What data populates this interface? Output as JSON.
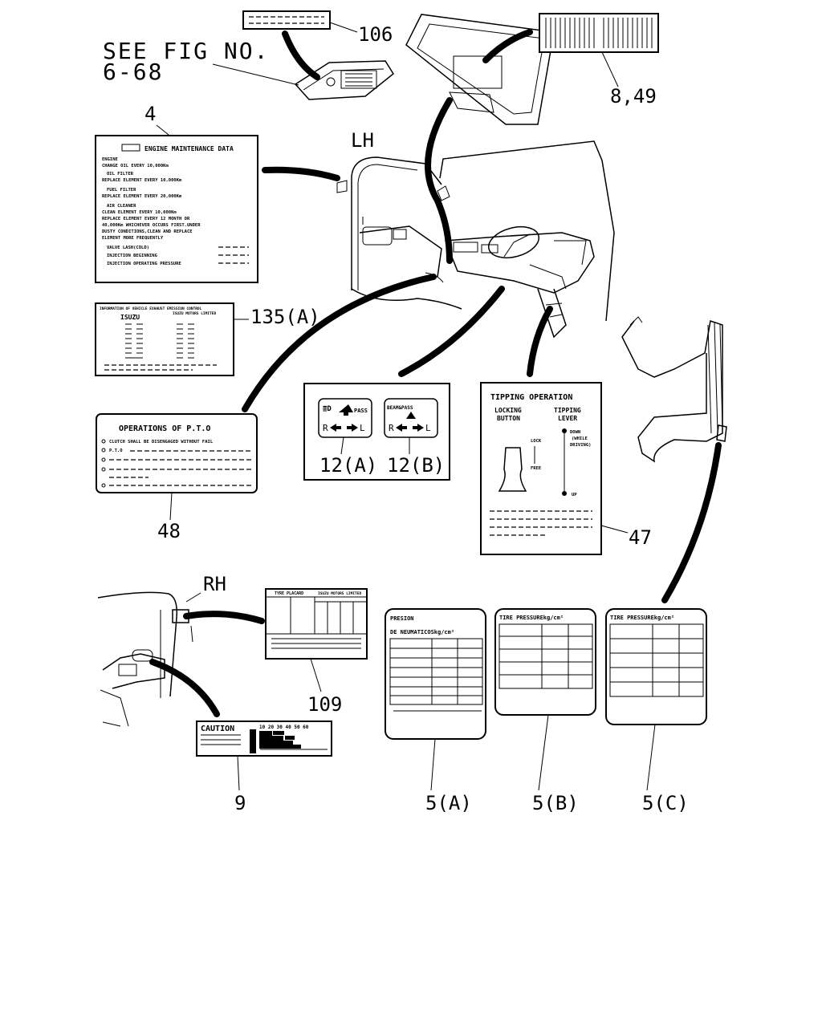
{
  "reference": {
    "line1": "SEE FIG NO.",
    "line2": "6-68"
  },
  "sides": {
    "lh": "LH",
    "rh": "RH"
  },
  "callouts": {
    "c106": "106",
    "c849": "8,49",
    "c4": "4",
    "c135": "135(A)",
    "c48": "48",
    "c12a": "12(A)",
    "c12b": "12(B)",
    "c47": "47",
    "c109": "109",
    "c9": "9",
    "c5a": "5(A)",
    "c5b": "5(B)",
    "c5c": "5(C)"
  },
  "labels": {
    "engine_maintenance": {
      "title": "ENGINE MAINTENANCE DATA",
      "lines": [
        "ENGINE",
        "CHANGE OIL EVERY 10,000Km",
        "OIL FILTER",
        "REPLACE ELEMENT EVERY 10,000Km",
        "FUEL FILTER",
        "REPLACE ELEMENT EVERY 20,000Km",
        "AIR CLEANER",
        "CLEAN ELEMENT EVERY 10,000Km",
        "REPLACE ELEMENT EVERY 12 MONTH OR",
        "40,000Km WHICHEVER OCCURS FIRST.UNDER",
        "DUSTY CONDITIONS,CLEAN AND REPLACE",
        "ELEMENT MORE FREQUENTLY",
        "VALVE LASH(COLD)",
        "INJECTION BEGINNING",
        "INJECTION OPERATING PRESSURE"
      ]
    },
    "emission": {
      "title": "INFORMATION OF VEHICLE EXHAUST EMISSION CONTROL",
      "maker": "ISUZU MOTORS LIMITED",
      "brand": "ISUZU"
    },
    "pto": {
      "title": "OPERATIONS OF P.T.O",
      "lines": [
        "CLUTCH SHALL BE DISENGAGED WITHOUT FAIL",
        "P.T.O"
      ]
    },
    "switch_a": {
      "pass": "PASS",
      "r": "R",
      "l": "L"
    },
    "switch_b": {
      "top": "BEAM&PASS",
      "r": "R",
      "l": "L"
    },
    "tipping": {
      "title": "TIPPING OPERATION",
      "locking1": "LOCKING",
      "locking2": "BUTTON",
      "tipping1": "TIPPING",
      "tipping2": "LEVER",
      "down": "DOWN",
      "while": "(WHILE",
      "driving": "DRIVING)",
      "lock": "LOCK",
      "free": "FREE",
      "up": "UP"
    },
    "tyre_placard": {
      "title": "TYRE PLACARD",
      "maker": "ISUZU MOTORS LIMITED"
    },
    "caution": {
      "title": "CAUTION",
      "scale": "10 20 30 40 50 60"
    },
    "presion": {
      "line1": "PRESION",
      "line2": "DE NEUMATICOSkg/cm²"
    },
    "tire_b": {
      "title": "TIRE PRESSUREkg/cm²"
    },
    "tire_c": {
      "title": "TIRE PRESSUREkg/cm²"
    }
  }
}
